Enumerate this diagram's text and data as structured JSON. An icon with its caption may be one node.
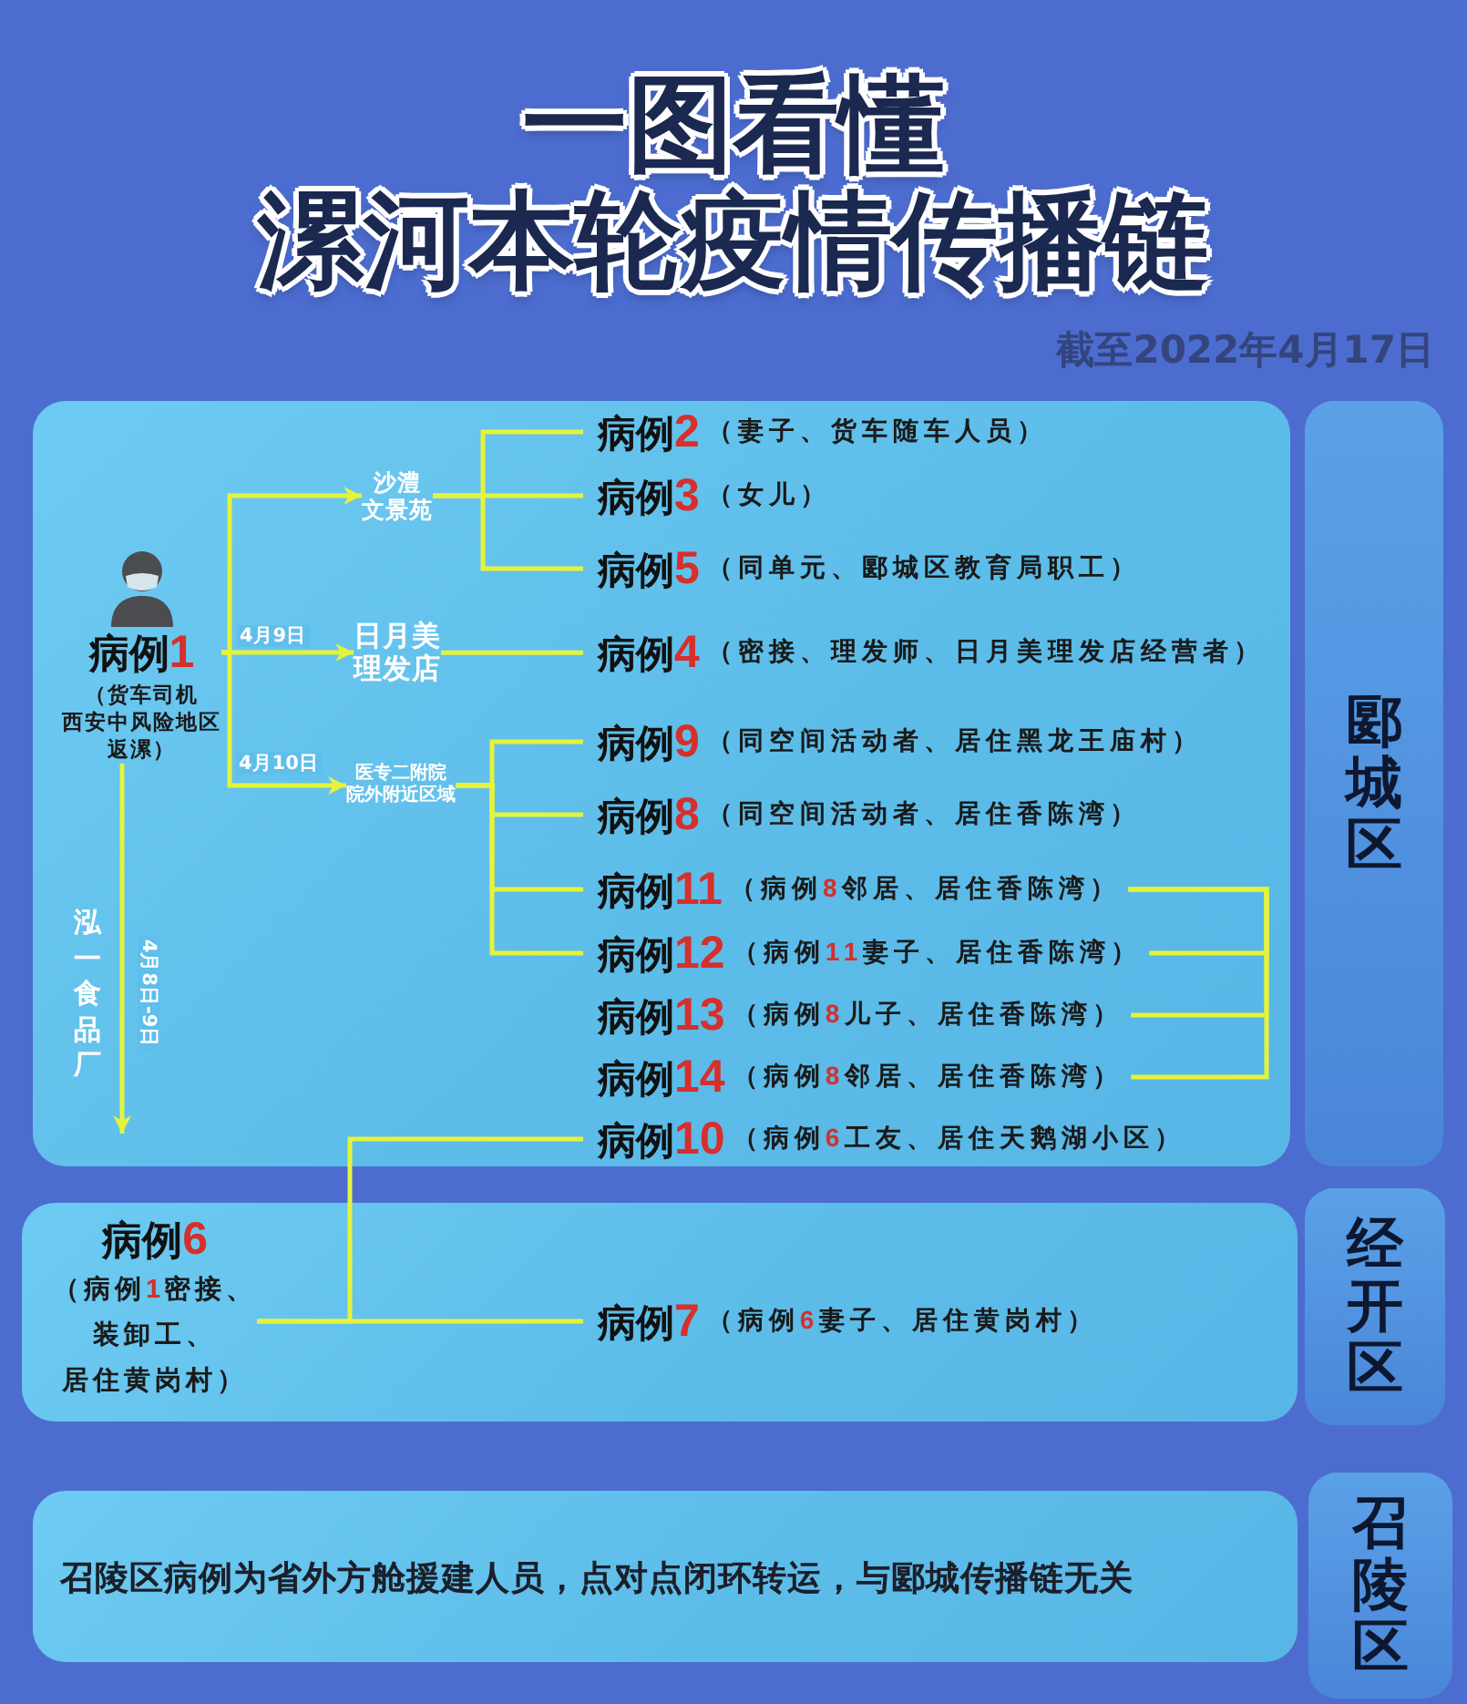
{
  "diagram": {
    "title": "一图看懂漯河本轮疫情传播链",
    "nodes": [
      {
        "text": [],
        "shape": "box"
      },
      {
        "text": [
          "病例1",
          "（货车司机西安中风险地区返漯）"
        ],
        "in": 0
      },
      {
        "text": [
          "沙澧文景苑"
        ],
        "in": 0
      },
      {
        "text": [
          "病例2",
          "（妻子、货车随车人员）"
        ],
        "in": 0
      },
      {
        "text": [
          "病例3",
          "（女儿）"
        ],
        "in": 0
      },
      {
        "text": [
          "病例5",
          "（同单元、郾城区教育局职工）"
        ],
        "in": 0
      },
      {
        "text": [
          "日月美理发店"
        ],
        "in": 0
      },
      {
        "text": [
          "病例4",
          "（密接、理发师、日月美理发店经营者）"
        ],
        "in": 0
      },
      {
        "text": [
          "医专二附院院外附近区域"
        ],
        "in": 0
      },
      {
        "text": [
          "病例9",
          "（同空间活动者、居住黑龙王庙村）"
        ],
        "in": 0
      },
      {
        "text": [
          "病例8",
          "（同空间活动者、居住香陈湾）"
        ],
        "in": 0
      },
      {
        "text": [
          "病例11",
          "（病例8邻居、居住香陈湾）"
        ],
        "in": 0
      },
      {
        "text": [
          "病例12",
          "（病例11妻子、居住香陈湾）"
        ],
        "in": 0
      },
      {
        "text": [
          "病例13",
          "（病例8儿子、居住香陈湾）"
        ],
        "in": 0
      },
      {
        "text": [
          "病例14",
          "（病例8邻居、居住香陈湾）"
        ],
        "in": 0
      },
      {
        "text": [
          "病例10",
          "（病例6工友、居住天鹅湖小区）"
        ],
        "in": 0
      },
      {
        "text": [
          "郾城区"
        ]
      },
      {
        "text": [],
        "shape": "box"
      },
      {
        "text": [
          "病例6",
          "（病例1密接、装卸工、居住黄岗村）"
        ],
        "in": 17
      },
      {
        "text": [
          "病例7",
          "（病例6妻子、居住黄岗村）"
        ],
        "in": 17
      },
      {
        "text": [
          "经开区"
        ]
      },
      {
        "text": [
          "召陵区病例为省外方舱援建人员，点对点闭环转运，与郾城传播链无关"
        ]
      },
      {
        "text": [
          "召陵区"
        ]
      }
    ],
    "edges": [
      {
        "from": 1,
        "to": 2,
        "arrow": "to"
      },
      {
        "from": 1,
        "to": 6,
        "arrow": "to",
        "label": "4月9日"
      },
      {
        "from": 1,
        "to": 8,
        "arrow": "to",
        "label": "4月10日"
      },
      {
        "from": 1,
        "to": null,
        "arrow": "to",
        "label": "4月8日-9日"
      },
      {
        "from": 2,
        "to": 3,
        "arrow": "none"
      },
      {
        "from": 2,
        "to": 4,
        "arrow": "none"
      },
      {
        "from": 2,
        "to": 5,
        "arrow": "none"
      },
      {
        "from": 6,
        "to": 7,
        "arrow": "none"
      },
      {
        "from": 8,
        "to": 9,
        "arrow": "none"
      },
      {
        "from": 8,
        "to": 10,
        "arrow": "none"
      },
      {
        "from": 8,
        "to": 11,
        "arrow": "none"
      },
      {
        "from": 8,
        "to": 12,
        "arrow": "none"
      },
      {
        "from": 11,
        "to": 12,
        "arrow": "none"
      },
      {
        "from": 11,
        "to": 13,
        "arrow": "none"
      },
      {
        "from": 11,
        "to": 14,
        "arrow": "none"
      },
      {
        "from": 18,
        "to": 19,
        "arrow": "none"
      },
      {
        "from": 18,
        "to": 15,
        "arrow": "none"
      }
    ],
    "labels": [
      "截至2022年4月17日",
      "泓一食品厂"
    ]
  }
}
